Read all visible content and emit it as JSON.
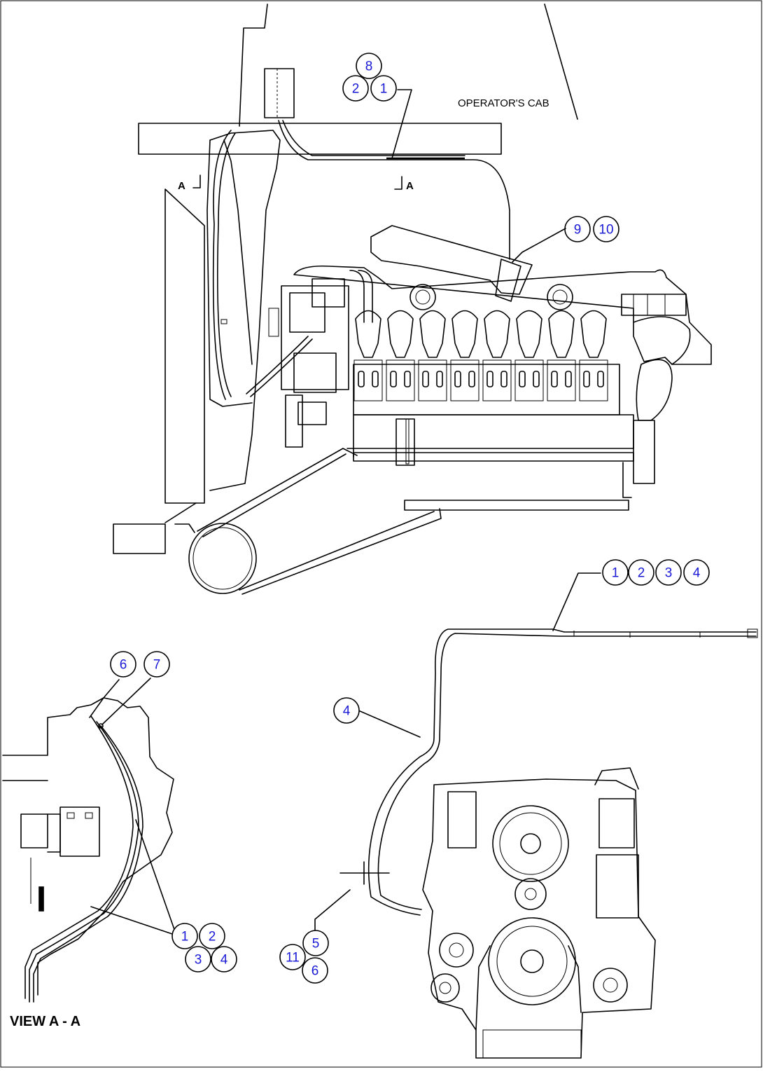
{
  "labels": {
    "operators_cab": "OPERATOR'S CAB",
    "view_title": "VIEW A - A",
    "section_a_left": "A",
    "section_a_right": "A"
  },
  "callouts": {
    "top_group": [
      "8",
      "2",
      "1"
    ],
    "mid_group": [
      "9",
      "10"
    ],
    "right_row": [
      "1",
      "2",
      "3",
      "4"
    ],
    "view_top": [
      "6",
      "7"
    ],
    "view_bottom": [
      "1",
      "2",
      "3",
      "4"
    ],
    "hose_single": "4",
    "front_group": [
      "5",
      "11",
      "6"
    ]
  },
  "colors": {
    "callout_text": "#1a1ad6",
    "line": "#000000"
  }
}
